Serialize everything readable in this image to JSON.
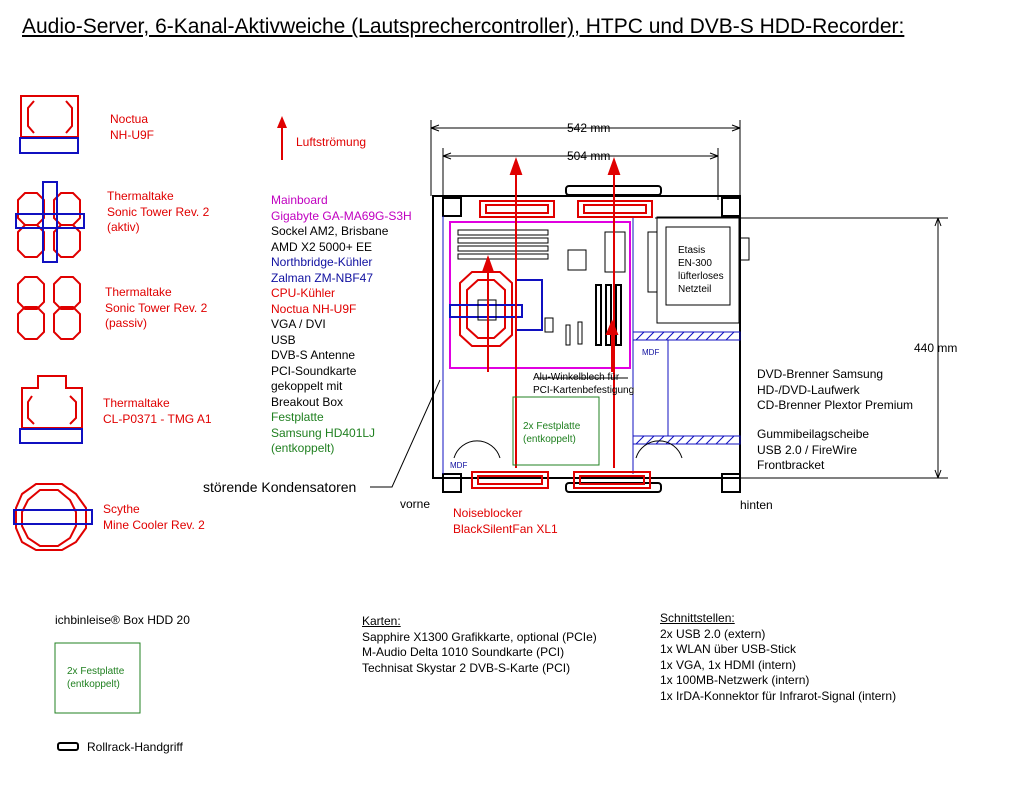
{
  "title": "Audio-Server, 6-Kanal-Aktivweiche (Lautsprechercontroller), HTPC und DVB-S HDD-Recorder:",
  "legend": {
    "airflow": "Luftströmung",
    "coolers": [
      {
        "lines": [
          "Noctua",
          "NH-U9F"
        ]
      },
      {
        "lines": [
          "Thermaltake",
          "Sonic Tower Rev. 2",
          "(aktiv)"
        ]
      },
      {
        "lines": [
          "Thermaltake",
          "Sonic Tower Rev. 2",
          "(passiv)"
        ]
      },
      {
        "lines": [
          "Thermaltake",
          "CL-P0371 - TMG A1"
        ]
      },
      {
        "lines": [
          "Scythe",
          "Mine Cooler Rev. 2"
        ]
      }
    ]
  },
  "components": {
    "mainboard": [
      "Mainboard",
      "Gigabyte GA-MA69G-S3H"
    ],
    "cpu": [
      "Sockel AM2, Brisbane",
      "AMD X2 5000+ EE"
    ],
    "northbridge": [
      "Northbridge-Kühler",
      "Zalman ZM-NBF47"
    ],
    "cpu_cooler": [
      "CPU-Kühler",
      "Noctua NH-U9F"
    ],
    "ports": [
      "VGA / DVI",
      "USB",
      "DVB-S Antenne",
      "PCI-Soundkarte",
      "gekoppelt mit",
      "Breakout Box"
    ],
    "disk": [
      "Festplatte",
      "Samsung HD401LJ",
      "(entkoppelt)"
    ]
  },
  "dimensions": {
    "outer": "542 mm",
    "inner": "504 mm",
    "height": "440 mm"
  },
  "labels": {
    "psu": [
      "Etasis",
      "EN-300",
      "lüfterloses",
      "Netzteil"
    ],
    "mdf": "MDF",
    "angle": [
      "Alu-Winkelblech für",
      "PCI-Kartenbefestigung"
    ],
    "hdd_box": [
      "2x Festplatte",
      "(entkoppelt)"
    ],
    "drives": [
      "DVD-Brenner Samsung",
      "HD-/DVD-Laufwerk",
      "CD-Brenner Plextor Premium"
    ],
    "rubber": [
      "Gummibeilagscheibe",
      "USB 2.0 / FireWire",
      "Frontbracket"
    ],
    "capacitors": "störende Kondensatoren",
    "front": "vorne",
    "back": "hinten",
    "fans": [
      "Noiseblocker",
      "BlackSilentFan XL1"
    ]
  },
  "bottom": {
    "box_title": "ichbinleise® Box HDD 20",
    "box_label": [
      "2x Festplatte",
      "(entkoppelt)"
    ],
    "handle": "Rollrack-Handgriff",
    "cards_title": "Karten:",
    "cards": [
      "Sapphire X1300 Grafikkarte, optional (PCIe)",
      "M-Audio Delta 1010 Soundkarte (PCI)",
      "Technisat Skystar 2 DVB-S-Karte (PCI)"
    ],
    "interfaces_title": "Schnittstellen:",
    "interfaces": [
      "2x USB 2.0 (extern)",
      "1x WLAN über USB-Stick",
      "1x VGA, 1x HDMI (intern)",
      "1x 100MB-Netzwerk (intern)",
      "1x IrDA-Konnektor für Infrarot-Signal (intern)"
    ]
  },
  "colors": {
    "red": "#e00000",
    "blue": "#1010c0",
    "magenta": "#e000e0",
    "green": "#208020"
  }
}
